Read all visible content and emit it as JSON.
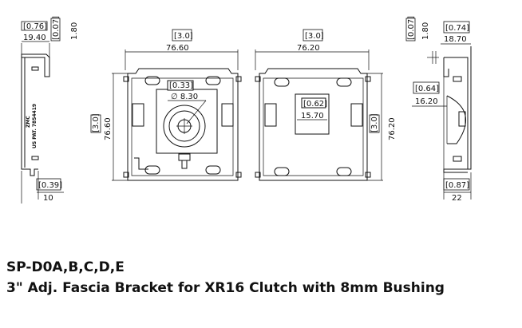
{
  "dims": {
    "left_width_in": "[0.76]",
    "left_width_mm": "19.40",
    "left_thick_in": "[0.07]",
    "left_thick_mm": "1.80",
    "left_lip_in": "[0.39]",
    "left_lip_mm": "10",
    "front_width_in": "[3.0]",
    "front_width_mm": "76.60",
    "front_height_in": "[3.0]",
    "front_height_mm": "76.60",
    "bushing_in": "[0.33]",
    "bushing_mm": "∅ 8.30",
    "back_width_in": "[3.0]",
    "back_width_mm": "76.20",
    "back_height_in": "[3.0]",
    "back_height_mm": "76.20",
    "back_slot_in": "[0.62]",
    "back_slot_mm": "15.70",
    "right_thick_in": "[0.07]",
    "right_thick_mm": "1.80",
    "right_width_in": "[0.74]",
    "right_width_mm": "18.70",
    "right_notch_in": "[0.64]",
    "right_notch_mm": "16.20",
    "right_base_in": "[0.87]",
    "right_base_mm": "22"
  },
  "markings": {
    "line1": "ZMC",
    "line2": "US PAT. 7854419"
  },
  "caption": {
    "part_number": "SP-D0A,B,C,D,E",
    "description": "3\" Adj. Fascia Bracket for XR16 Clutch with 8mm Bushing"
  }
}
